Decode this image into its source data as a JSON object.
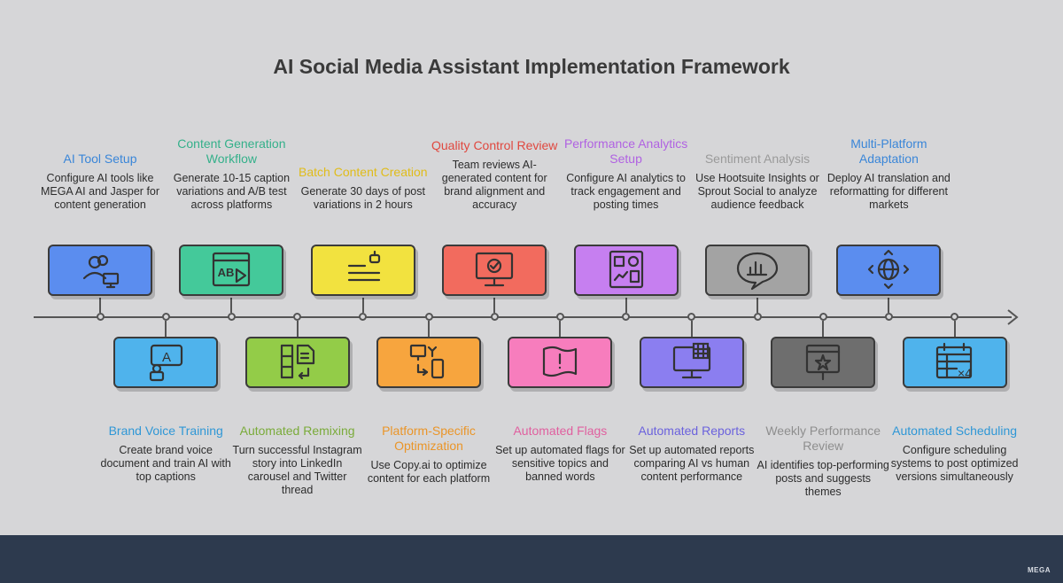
{
  "title": "AI Social Media Assistant Implementation Framework",
  "footer_logo": "MEGA",
  "steps": [
    {
      "title": "AI Tool Setup",
      "desc": "Configure AI tools like MEGA AI and Jasper for content generation",
      "color": "#5b8def",
      "title_color": "#3a86d8",
      "icon": "user-monitor-icon"
    },
    {
      "title": "Brand Voice Training",
      "desc": "Create brand voice document and train AI with top captions",
      "color": "#4fb3ec",
      "title_color": "#2f97d6",
      "icon": "robot-speech-icon"
    },
    {
      "title": "Content Generation Workflow",
      "desc": "Generate 10-15 caption variations and A/B test across platforms",
      "color": "#44c99a",
      "title_color": "#34b08a",
      "icon": "browser-ab-icon"
    },
    {
      "title": "Automated Remixing",
      "desc": "Turn successful Instagram story into LinkedIn carousel and Twitter thread",
      "color": "#93cc48",
      "title_color": "#7aab3a",
      "icon": "remix-columns-icon"
    },
    {
      "title": "Batch Content Creation",
      "desc": "Generate 30 days of post variations in 2 hours",
      "color": "#f2e23f",
      "title_color": "#e0bc1a",
      "icon": "bot-document-icon"
    },
    {
      "title": "Platform-Specific Optimization",
      "desc": "Use Copy.ai to optimize content for each platform",
      "color": "#f7a53e",
      "title_color": "#ea9528",
      "icon": "devices-sync-icon"
    },
    {
      "title": "Quality Control Review",
      "desc": "Team reviews AI-generated content for brand alignment and accuracy",
      "color": "#f26b5e",
      "title_color": "#e0483f",
      "icon": "monitor-check-icon"
    },
    {
      "title": "Automated Flags",
      "desc": "Set up automated flags for sensitive topics and banned words",
      "color": "#f77dbd",
      "title_color": "#e0609f",
      "icon": "flag-alert-icon"
    },
    {
      "title": "Performance Analytics Setup",
      "desc": "Configure AI analytics to track engagement and posting times",
      "color": "#c67ff0",
      "title_color": "#b062e2",
      "icon": "analytics-board-icon"
    },
    {
      "title": "Automated Reports",
      "desc": "Set up automated reports comparing AI vs human content performance",
      "color": "#8b7ef0",
      "title_color": "#6b62dd",
      "icon": "monitor-report-icon"
    },
    {
      "title": "Sentiment Analysis",
      "desc": "Use Hootsuite Insights or Sprout Social to analyze audience feedback",
      "color": "#a3a3a3",
      "title_color": "#9a9a9a",
      "icon": "chat-chart-icon"
    },
    {
      "title": "Weekly Performance Review",
      "desc": "AI identifies top-performing posts and suggests themes",
      "color": "#6e6e6e",
      "title_color": "#8e8e8e",
      "icon": "browser-star-icon"
    },
    {
      "title": "Multi-Platform Adaptation",
      "desc": "Deploy AI translation and reformatting for different markets",
      "color": "#5b8def",
      "title_color": "#3a86d8",
      "icon": "globe-arrows-icon"
    },
    {
      "title": "Automated Scheduling",
      "desc": "Configure scheduling systems to post optimized versions simultaneously",
      "color": "#4fb3ec",
      "title_color": "#2f97d6",
      "icon": "calendar-x4-icon"
    }
  ]
}
